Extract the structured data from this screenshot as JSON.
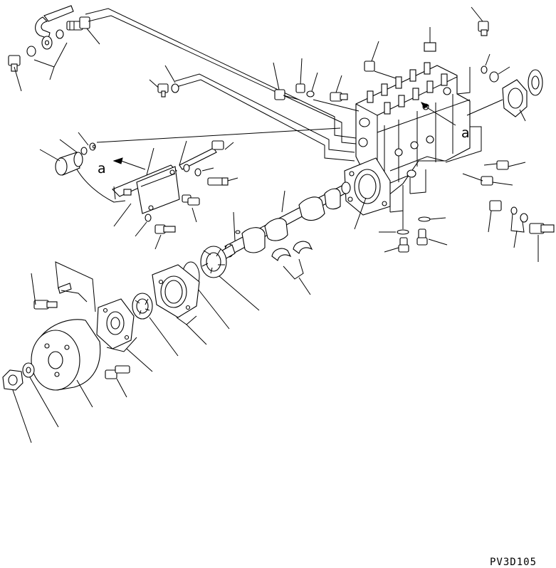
{
  "diagram": {
    "view_marker": "a",
    "view_marker_2": "a",
    "drawing_code": "PV3D105",
    "stroke_color": "#000000",
    "background_color": "#ffffff"
  }
}
